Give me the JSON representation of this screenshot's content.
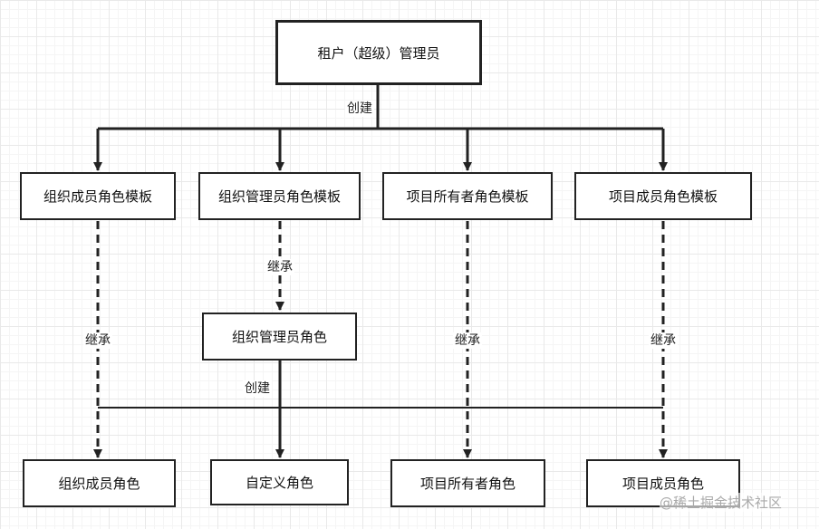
{
  "nodes": {
    "tenant_admin": "租户（超级）管理员",
    "org_member_template": "组织成员角色模板",
    "org_admin_template": "组织管理员角色模板",
    "project_owner_template": "项目所有者角色模板",
    "project_member_template": "项目成员角色模板",
    "org_admin_role": "组织管理员角色",
    "org_member_role": "组织成员角色",
    "custom_role": "自定义角色",
    "project_owner_role": "项目所有者角色",
    "project_member_role": "项目成员角色"
  },
  "labels": {
    "create": "创建",
    "inherit": "继承"
  },
  "watermark": "@稀土掘金技术社区"
}
